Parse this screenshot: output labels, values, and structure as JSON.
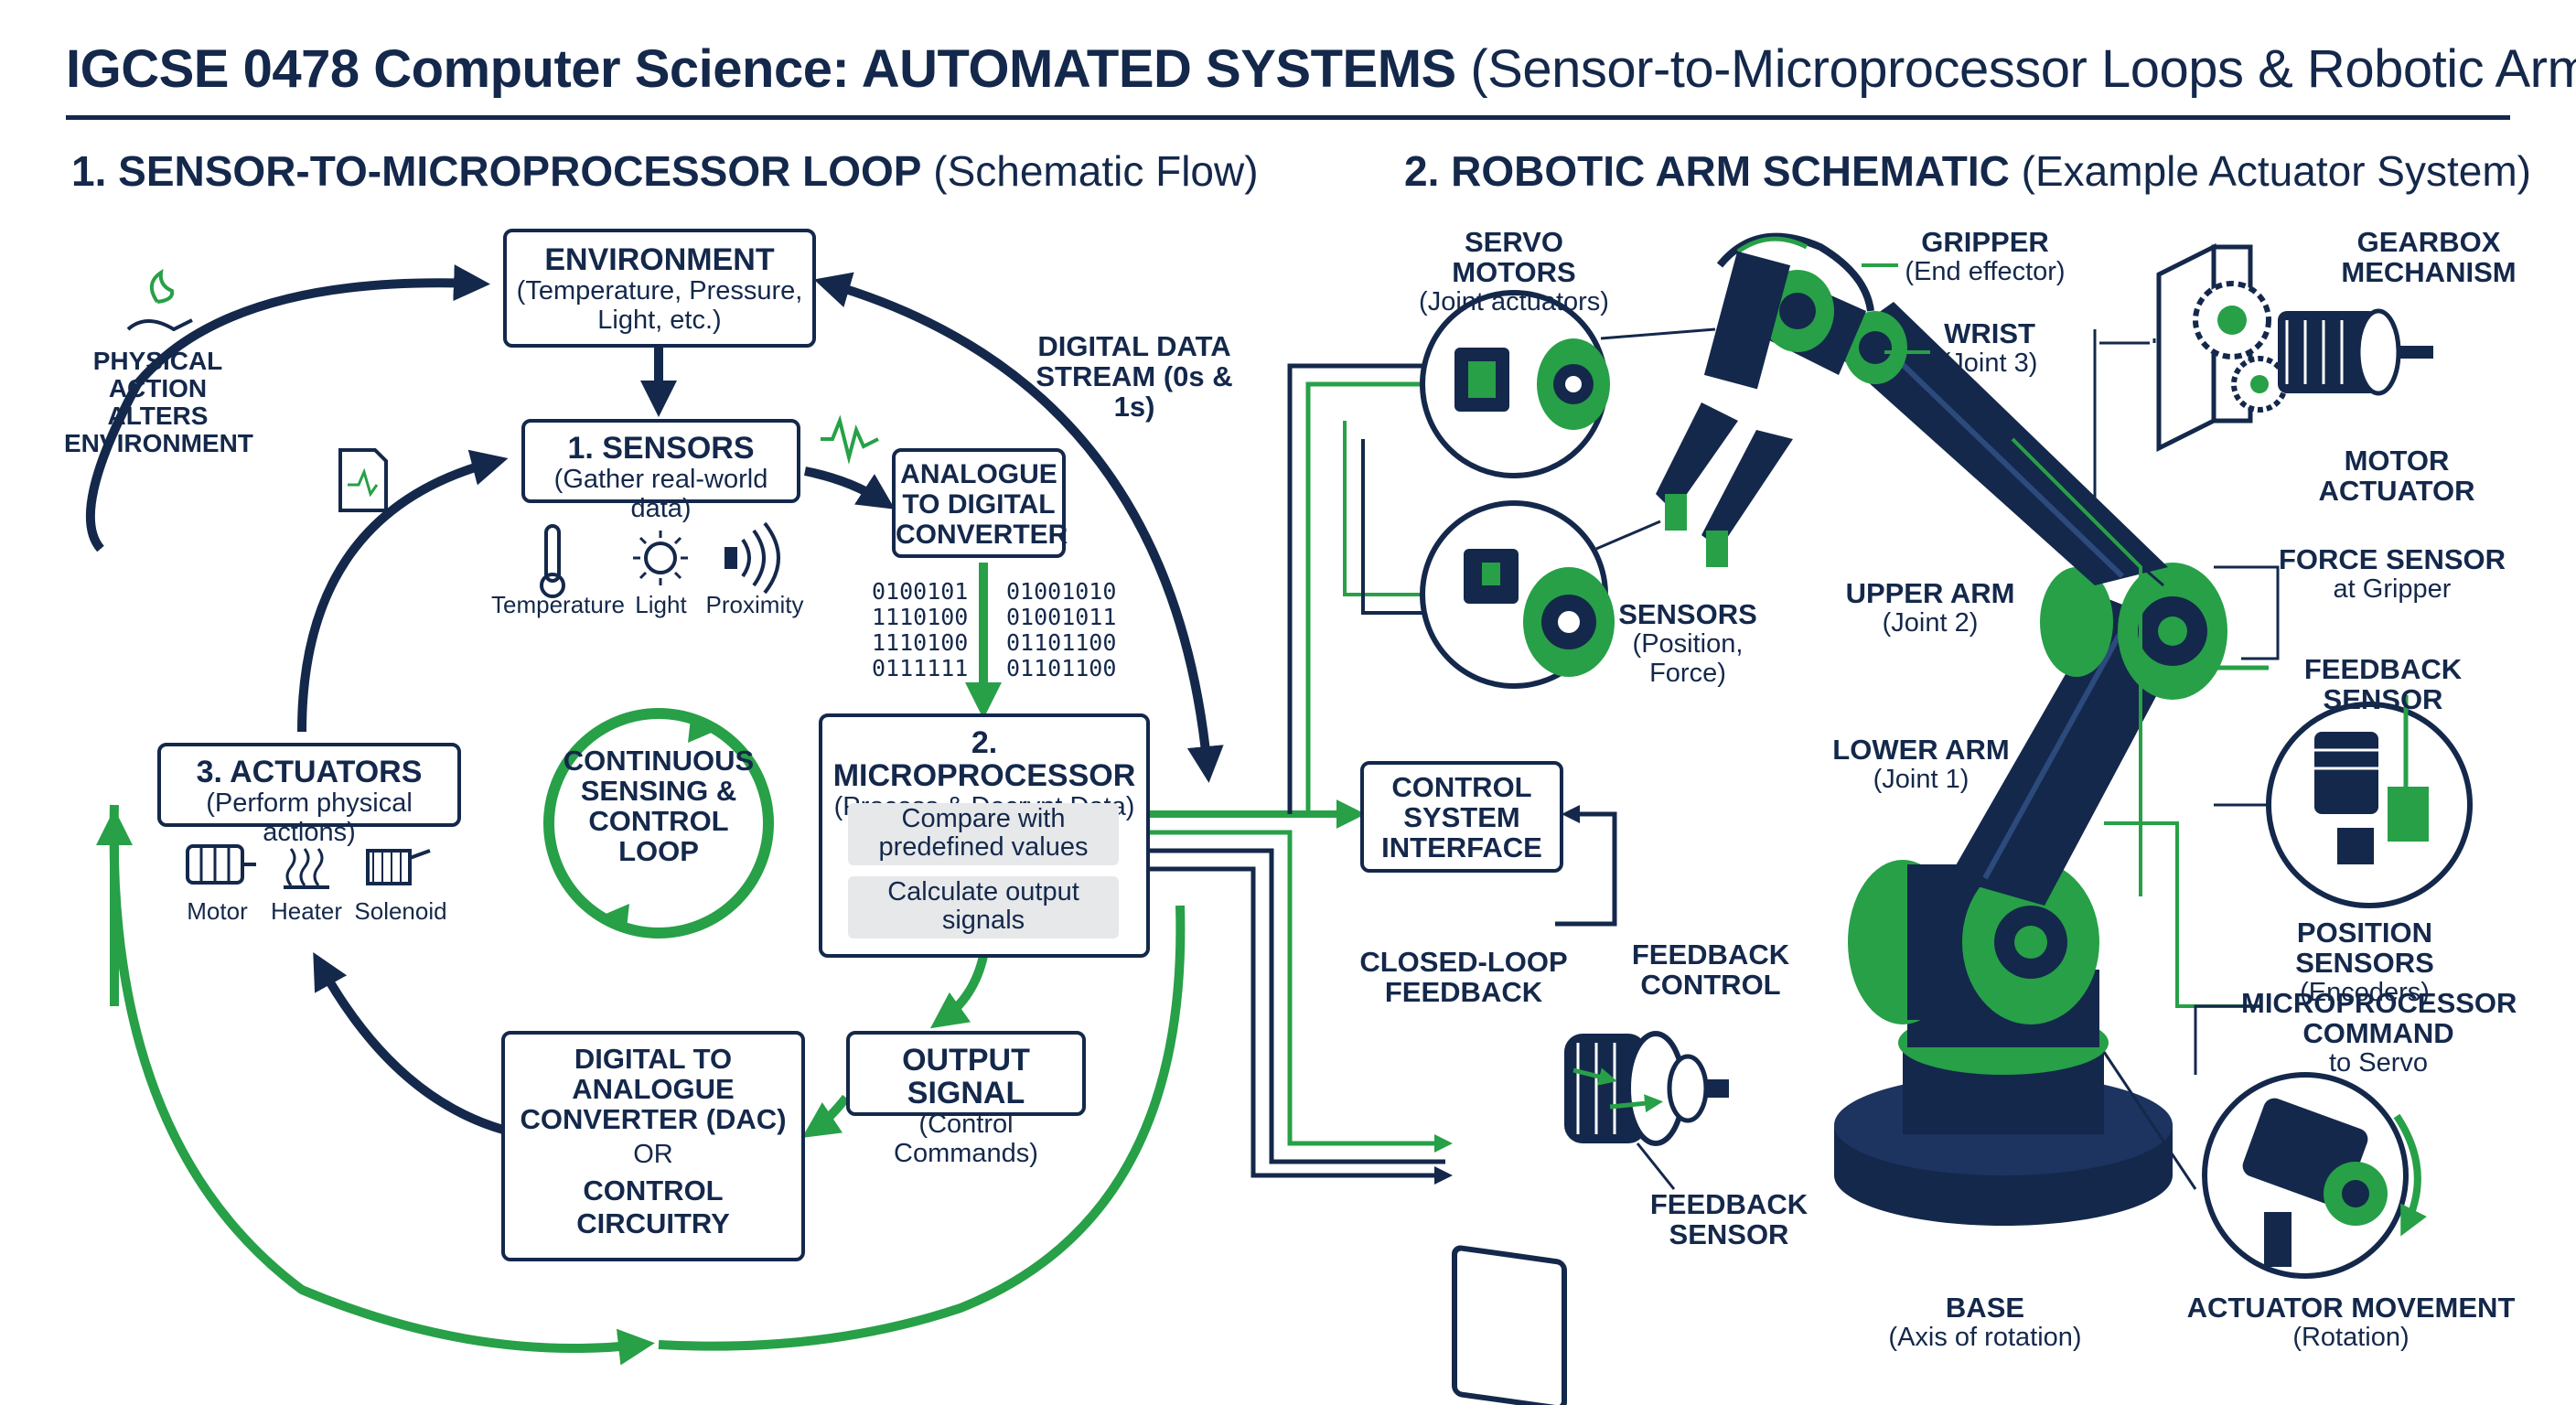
{
  "title": {
    "bold": "IGCSE 0478 Computer Science: AUTOMATED SYSTEMS",
    "rest": "(Sensor-to-Microprocessor Loops & Robotic Arm)"
  },
  "left": {
    "heading_bold": "1. SENSOR-TO-MICROPROCESSOR LOOP",
    "heading_rest": "(Schematic Flow)",
    "environment": {
      "title": "ENVIRONMENT",
      "sub": "(Temperature, Pressure, Light, etc.)"
    },
    "sensors": {
      "title": "1. SENSORS",
      "sub": "(Gather real-world data)"
    },
    "sensor_icons": [
      "Temperature",
      "Light",
      "Proximity"
    ],
    "adc": "ANALOGUE TO DIGITAL CONVERTER",
    "data_stream": "DIGITAL DATA STREAM (0s & 1s)",
    "bits_left": "0100101\n1110100\n1110100\n0111111",
    "bits_right": "01001010\n01001011\n01101100\n01101100",
    "microprocessor": {
      "title": "2. MICROPROCESSOR",
      "sub": "(Process & Decrypt Data)",
      "step1": "Compare with predefined values",
      "step2": "Calculate output signals"
    },
    "output_signal": {
      "title": "OUTPUT SIGNAL",
      "sub": "(Control Commands)"
    },
    "dac": {
      "title": "DIGITAL TO ANALOGUE CONVERTER (DAC)",
      "or": "OR",
      "alt": "CONTROL CIRCUITRY"
    },
    "actuators": {
      "title": "3. ACTUATORS",
      "sub": "(Perform physical actions)"
    },
    "actuator_icons": [
      "Motor",
      "Heater",
      "Solenoid"
    ],
    "loop_label": "CONTINUOUS SENSING & CONTROL LOOP",
    "physical_action": "PHYSICAL ACTION ALTERS ENVIRONMENT"
  },
  "right": {
    "heading_bold": "2. ROBOTIC ARM SCHEMATIC",
    "heading_rest": "(Example Actuator System)",
    "servo_motors": {
      "title": "SERVO MOTORS",
      "sub": "(Joint actuators)"
    },
    "gripper": {
      "title": "GRIPPER",
      "sub": "(End effector)"
    },
    "wrist": {
      "title": "WRIST",
      "sub": "(Joint 3)"
    },
    "gearbox": "GEARBOX MECHANISM",
    "motor_actuator": "MOTOR ACTUATOR",
    "sensors": {
      "title": "SENSORS",
      "sub": "(Position, Force)"
    },
    "upper_arm": {
      "title": "UPPER ARM",
      "sub": "(Joint 2)"
    },
    "force_sensor": {
      "title": "FORCE SENSOR",
      "sub": "at Gripper"
    },
    "feedback_sensor_top": "FEEDBACK SENSOR",
    "lower_arm": {
      "title": "LOWER ARM",
      "sub": "(Joint 1)"
    },
    "control_interface": "CONTROL SYSTEM INTERFACE",
    "closed_loop": "CLOSED-LOOP FEEDBACK",
    "feedback_control": "FEEDBACK CONTROL",
    "feedback_sensor_bottom": "FEEDBACK SENSOR",
    "position_sensors": {
      "title": "POSITION SENSORS",
      "sub": "(Encoders)"
    },
    "micro_command": {
      "bold": "MICROPROCESSOR COMMAND",
      "rest": "to Servo"
    },
    "base": {
      "title": "BASE",
      "sub": "(Axis of rotation)"
    },
    "actuator_movement": {
      "title": "ACTUATOR MOVEMENT",
      "sub": "(Rotation)"
    }
  },
  "colors": {
    "navy": "#14284b",
    "green": "#27a047",
    "grey": "#e6e8ea"
  }
}
